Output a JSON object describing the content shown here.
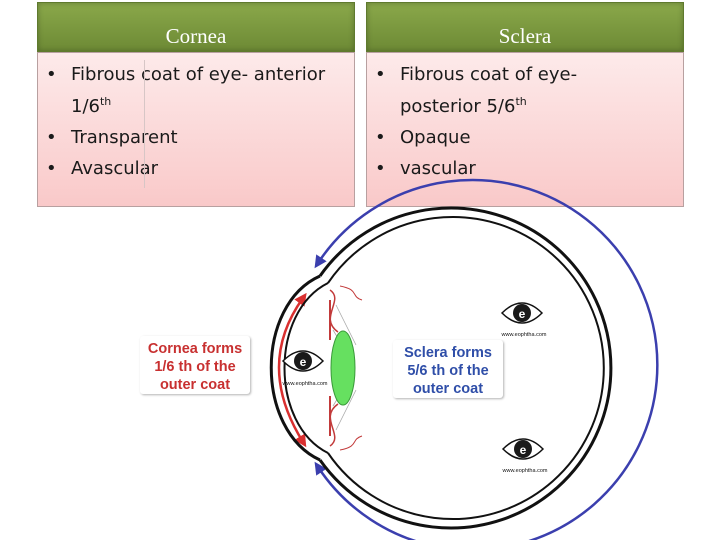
{
  "cornea": {
    "title": "Cornea",
    "items": [
      {
        "line1": "Fibrous coat of eye- anterior",
        "line2": "1/6",
        "sup": "th"
      },
      {
        "line1": "Transparent"
      },
      {
        "line1": "Avascular"
      }
    ]
  },
  "sclera": {
    "title": "Sclera",
    "items": [
      {
        "line1": "Fibrous coat of eye-",
        "line2": "posterior 5/6",
        "sup": "th"
      },
      {
        "line1": "Opaque"
      },
      {
        "line1": "vascular"
      }
    ]
  },
  "bullet": "•",
  "diagram": {
    "cornea_label": [
      "Cornea forms",
      "1/6 th of the",
      "outer coat"
    ],
    "sclera_label": [
      "Sclera forms",
      "5/6 th of the",
      "outer coat"
    ],
    "watermark": "www.eophtha.com",
    "logo_letter": "e",
    "colors": {
      "cornea_arrow": "#d93030",
      "sclera_arrow": "#3b3fae",
      "lens": "#66e060",
      "label_sclera": "#2f4ea8",
      "label_cornea": "#c83030"
    }
  }
}
